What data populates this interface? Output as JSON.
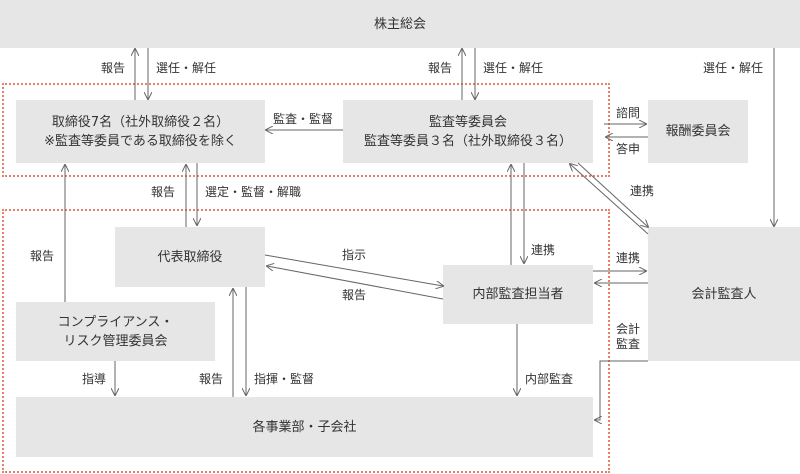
{
  "boxes": {
    "shareholders": "株主総会",
    "directors_line1": "取締役7名（社外取締役２名）",
    "directors_line2": "※監査等委員である取締役を除く",
    "audit_committee_line1": "監査等委員会",
    "audit_committee_line2": "監査等委員３名（社外取締役３名）",
    "compensation": "報酬委員会",
    "president": "代表取締役",
    "internal_auditor": "内部監査担当者",
    "accounting_auditor": "会計監査人",
    "compliance_line1": "コンプライアンス・",
    "compliance_line2": "リスク管理委員会",
    "divisions": "各事業部・子会社"
  },
  "labels": {
    "report_sh_dir": "報告",
    "elect_dir": "選任・解任",
    "report_sh_ac": "報告",
    "elect_ac": "選任・解任",
    "elect_auditor": "選任・解任",
    "audit_supervise": "監査・監督",
    "consult": "諮問",
    "reply": "答申",
    "coop_ac_auditor": "連携",
    "report_pres_dir": "報告",
    "select_supervise": "選定・監督・解職",
    "instruct": "指示",
    "report_ia_pres": "報告",
    "coop_ia_ac": "連携",
    "coop_ia_auditor": "連携",
    "report_compliance": "報告",
    "acct_audit_1": "会計",
    "acct_audit_2": "監査",
    "guidance": "指導",
    "report_div": "報告",
    "command_supervise": "指揮・監督",
    "internal_audit": "内部監査"
  },
  "colors": {
    "box": "#e6e6e6",
    "line": "#666666",
    "dotted": "#e8806a",
    "text": "#333333"
  }
}
